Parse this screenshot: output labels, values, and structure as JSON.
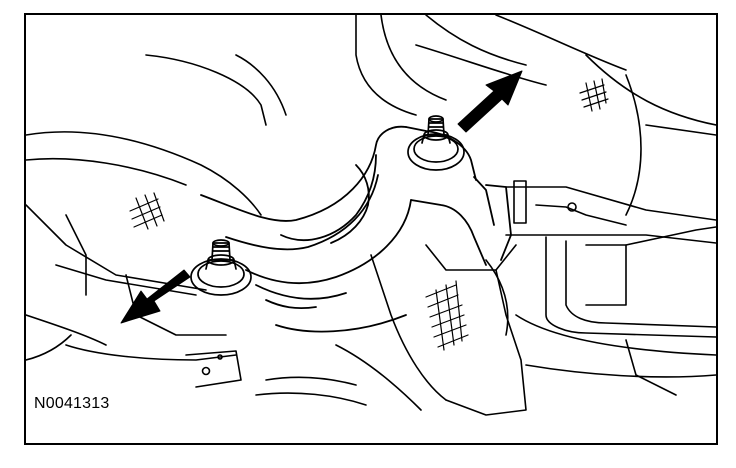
{
  "figure": {
    "id_label": "N0041313",
    "colors": {
      "line": "#000000",
      "background": "#ffffff"
    },
    "callouts": [
      {
        "name": "arrow-callout-upper-right",
        "target": "upper-stud-nut",
        "icon": "arrow-icon"
      },
      {
        "name": "arrow-callout-lower-left",
        "target": "lower-stud-nut",
        "icon": "arrow-icon"
      }
    ]
  }
}
